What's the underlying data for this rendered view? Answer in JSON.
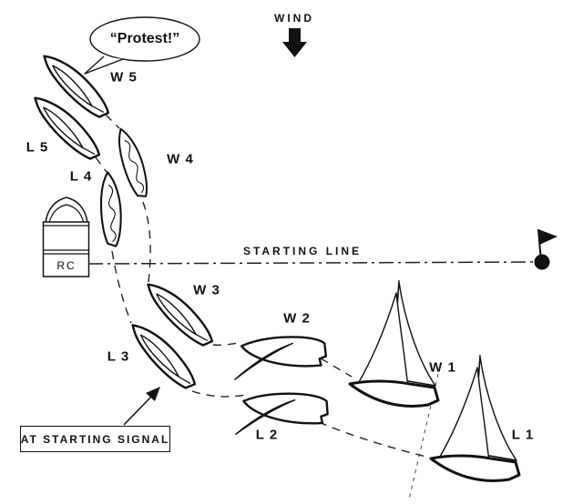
{
  "colors": {
    "ink": "#111111",
    "background": "#ffffff"
  },
  "wind": {
    "label": "WIND"
  },
  "speech_bubble": {
    "text": "“Protest!”"
  },
  "starting_line": {
    "label": "STARTING LINE"
  },
  "rc_boat": {
    "label": "RC"
  },
  "callout": {
    "label": "AT STARTING SIGNAL"
  },
  "boats": {
    "w5": {
      "label": "W 5"
    },
    "l5": {
      "label": "L 5"
    },
    "w4": {
      "label": "W 4"
    },
    "l4": {
      "label": "L 4"
    },
    "w3": {
      "label": "W 3"
    },
    "l3": {
      "label": "L 3"
    },
    "w2": {
      "label": "W 2"
    },
    "l2": {
      "label": "L 2"
    },
    "w1": {
      "label": "W 1"
    },
    "l1": {
      "label": "L 1"
    }
  }
}
